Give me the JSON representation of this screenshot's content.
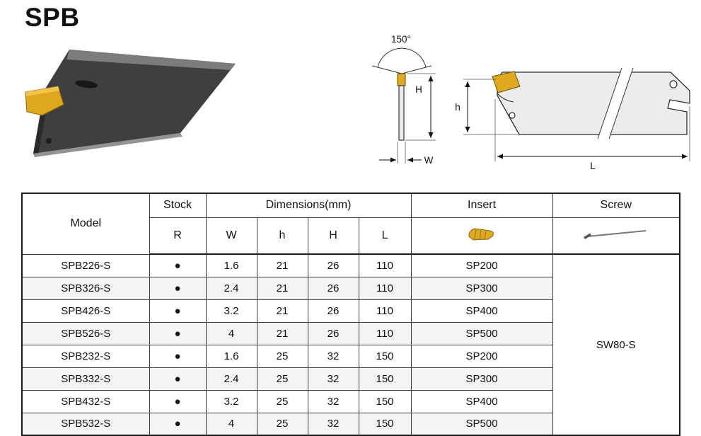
{
  "title": "SPB",
  "drawings": {
    "angle_label": "150°",
    "front_height_label": "H",
    "front_width_label": "W",
    "side_height_label": "h",
    "side_length_label": "L"
  },
  "table": {
    "header": {
      "model": "Model",
      "stock": "Stock",
      "dimensions": "Dimensions(mm)",
      "insert": "Insert",
      "screw": "Screw",
      "stock_sub": "R",
      "dim_w": "W",
      "dim_h": "h",
      "dim_H": "H",
      "dim_L": "L"
    },
    "stock_dot": "●",
    "screw_value": "SW80-S",
    "rows": [
      {
        "model": "SPB226-S",
        "w": "1.6",
        "h": "21",
        "H": "26",
        "L": "110",
        "insert": "SP200"
      },
      {
        "model": "SPB326-S",
        "w": "2.4",
        "h": "21",
        "H": "26",
        "L": "110",
        "insert": "SP300"
      },
      {
        "model": "SPB426-S",
        "w": "3.2",
        "h": "21",
        "H": "26",
        "L": "110",
        "insert": "SP400"
      },
      {
        "model": "SPB526-S",
        "w": "4",
        "h": "21",
        "H": "26",
        "L": "110",
        "insert": "SP500"
      },
      {
        "model": "SPB232-S",
        "w": "1.6",
        "h": "25",
        "H": "32",
        "L": "150",
        "insert": "SP200"
      },
      {
        "model": "SPB332-S",
        "w": "2.4",
        "h": "25",
        "H": "32",
        "L": "150",
        "insert": "SP300"
      },
      {
        "model": "SPB432-S",
        "w": "3.2",
        "h": "25",
        "H": "32",
        "L": "150",
        "insert": "SP400"
      },
      {
        "model": "SPB532-S",
        "w": "4",
        "h": "25",
        "H": "32",
        "L": "150",
        "insert": "SP500"
      }
    ]
  }
}
